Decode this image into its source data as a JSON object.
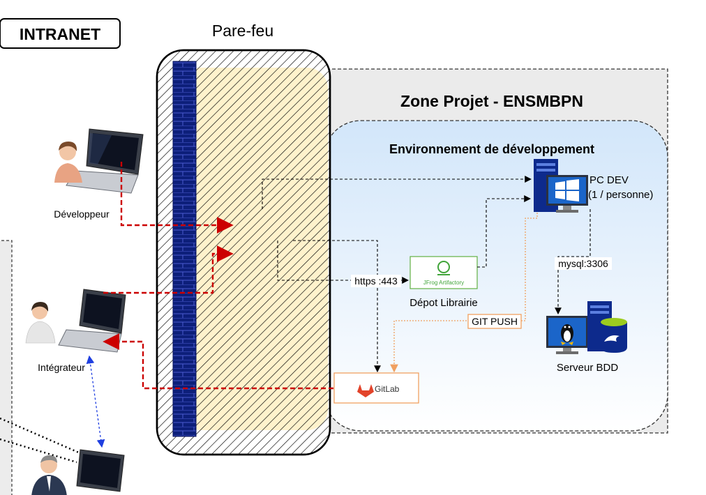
{
  "intranet_label": "INTRANET",
  "firewall_label": "Pare-feu",
  "zone_title": "Zone Projet - ENSMBPN",
  "env_title": "Environnement de développement",
  "nodes": {
    "developer": "Développeur",
    "integrator": "Intégrateur",
    "pc_dev_line1": "PC DEV",
    "pc_dev_line2": "(1 / personne)",
    "db_server": "Serveur BDD",
    "artifact_repo": "Dépot Librairie",
    "artifactory_logo": "JFrog Artifactory",
    "gitlab_logo": "GitLab"
  },
  "edges": {
    "https": "https :443",
    "mysql": "mysql:3306",
    "git_push": "GIT PUSH"
  },
  "colors": {
    "firewall_wall": "#1a237e",
    "firewall_fill": "#fff2cc",
    "zone_bg": "#ebebeb",
    "env_bg_top": "#d6e9fb",
    "red_flow": "#cc0000",
    "orange_flow": "#f0a060",
    "blue_flow": "#1f3fe0",
    "windows_blue": "#1b65c9",
    "server_blue": "#0d2a8c"
  }
}
